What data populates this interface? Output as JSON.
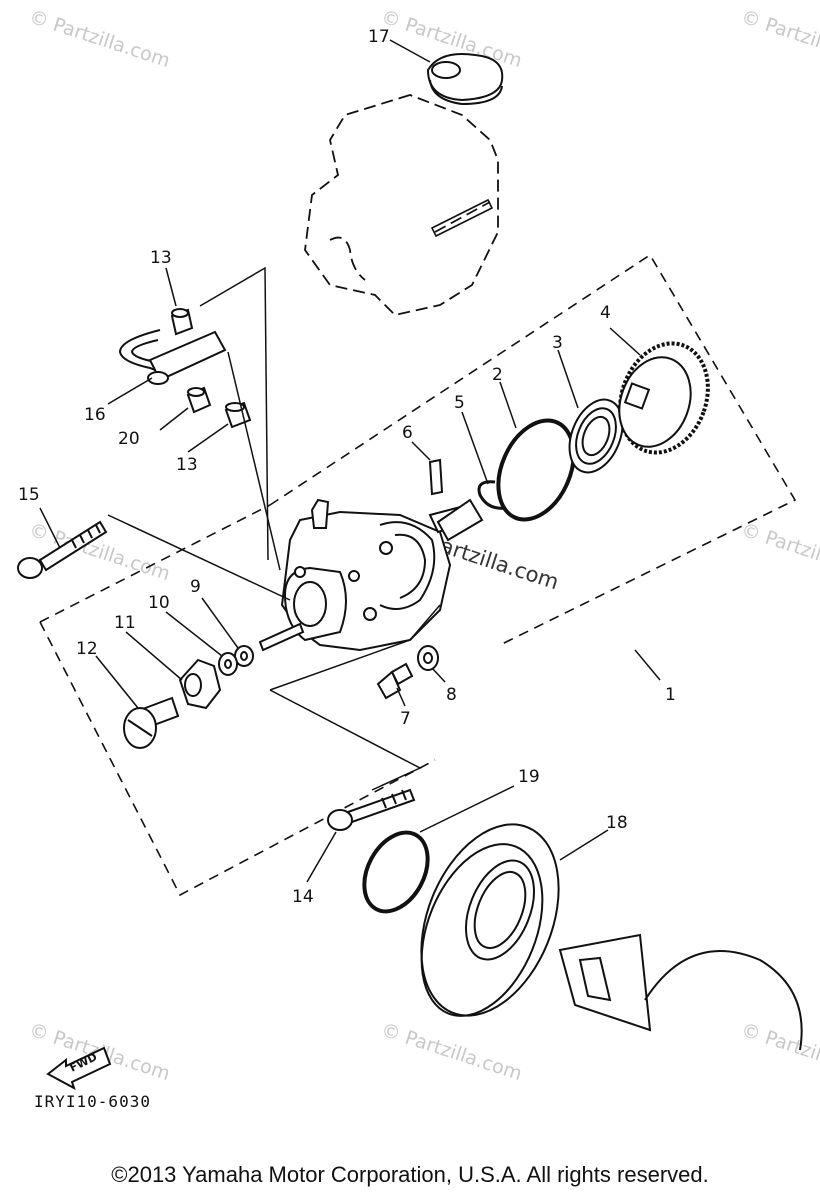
{
  "watermark_text": "© Partzilla.com",
  "watermark_main": "Partzilla.com",
  "fwd_label": "FWD",
  "reference_code": "IRYI10-6030",
  "copyright": "©2013 Yamaha Motor Corporation, U.S.A. All rights reserved.",
  "callouts": [
    "1",
    "2",
    "3",
    "4",
    "5",
    "6",
    "7",
    "8",
    "9",
    "10",
    "11",
    "12",
    "13",
    "13",
    "14",
    "15",
    "16",
    "17",
    "18",
    "19",
    "20"
  ]
}
